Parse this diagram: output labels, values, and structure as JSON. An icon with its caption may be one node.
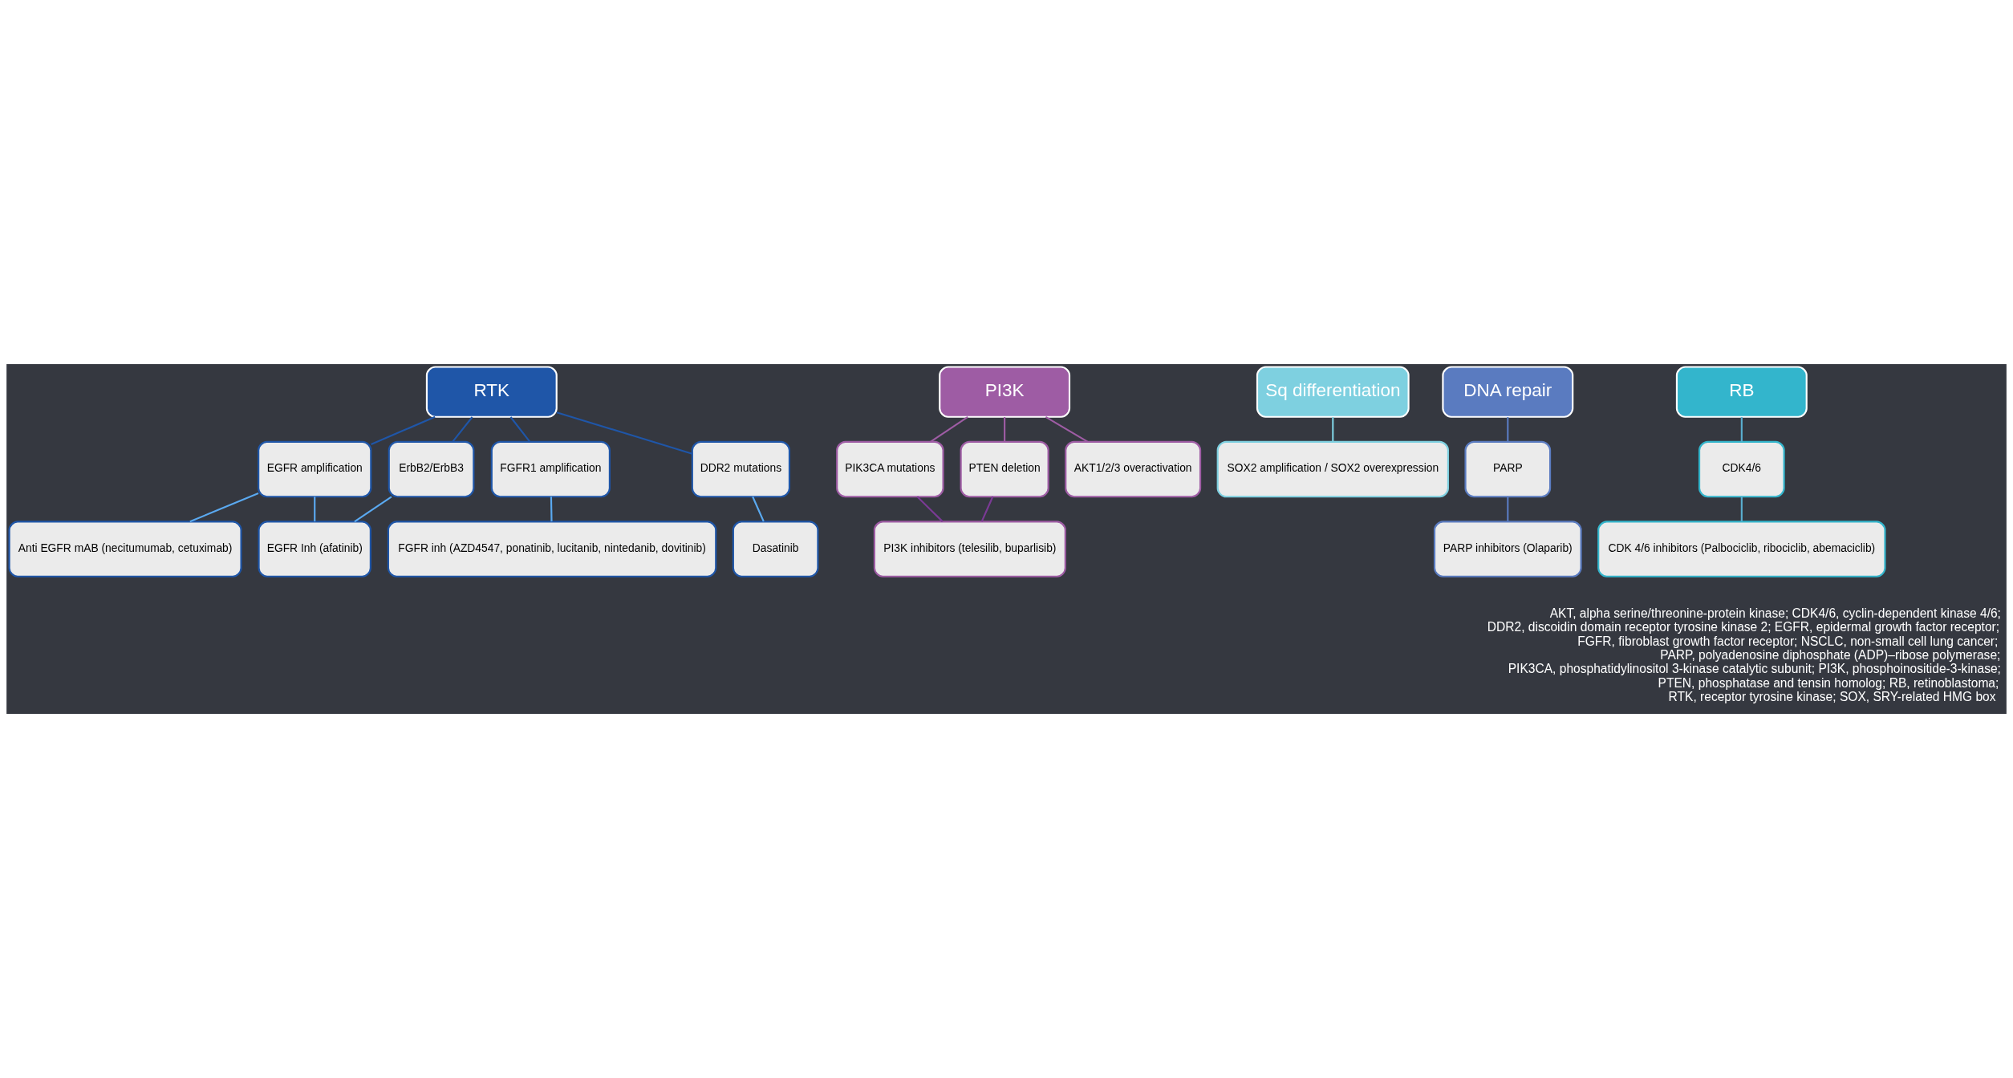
{
  "diagram": {
    "nodes": [
      {
        "text": [
          "RTK"
        ]
      },
      {
        "text": [
          "EGFR amplification"
        ]
      },
      {
        "text": [
          "Anti EGFR mAB (necitumumab, cetuximab)"
        ]
      },
      {
        "text": [
          "EGFR Inh (afatinib)"
        ]
      },
      {
        "text": [
          "ErbB2/ErbB3"
        ]
      },
      {
        "text": [
          "FGFR inh (AZD4547, ponatinib, lucitanib, nintedanib, dovitinib)"
        ]
      },
      {
        "text": [
          "FGFR1 amplification"
        ]
      },
      {
        "text": [
          "DDR2 mutations"
        ]
      },
      {
        "text": [
          "Dasatinib"
        ]
      },
      {
        "text": [
          "PI3K"
        ]
      },
      {
        "text": [
          "PIK3CA mutations"
        ]
      },
      {
        "text": [
          "PTEN deletion"
        ]
      },
      {
        "text": [
          "AKT1/2/3 overactivation"
        ]
      },
      {
        "text": [
          "PI3K inhibitors (telesilib, buparlisib)"
        ]
      },
      {
        "text": [
          "Sq differentiation"
        ]
      },
      {
        "text": [
          "SOX2 amplification / SOX2 overexpression"
        ]
      },
      {
        "text": [
          "DNA repair"
        ]
      },
      {
        "text": [
          "PARP"
        ]
      },
      {
        "text": [
          "PARP inhibitors (Olaparib)"
        ]
      },
      {
        "text": [
          "RB"
        ]
      },
      {
        "text": [
          "CDK4/6"
        ]
      },
      {
        "text": [
          "CDK 4/6 inhibitors (Palbociclib, ribociclib, abemaciclib)"
        ]
      }
    ],
    "edges": [
      {
        "from": 0,
        "to": 1,
        "arrow": "none",
        "color": "#1f56a8"
      },
      {
        "from": 0,
        "to": 4,
        "arrow": "none",
        "color": "#1f56a8"
      },
      {
        "from": 0,
        "to": 6,
        "arrow": "none",
        "color": "#1f56a8"
      },
      {
        "from": 0,
        "to": 7,
        "arrow": "none",
        "color": "#1f56a8"
      },
      {
        "from": 1,
        "to": 2,
        "arrow": "none",
        "color": "#5aa9f0"
      },
      {
        "from": 1,
        "to": 3,
        "arrow": "none",
        "color": "#5aa9f0"
      },
      {
        "from": 4,
        "to": 3,
        "arrow": "none",
        "color": "#5aa9f0"
      },
      {
        "from": 6,
        "to": 5,
        "arrow": "none",
        "color": "#5aa9f0"
      },
      {
        "from": 7,
        "to": 8,
        "arrow": "none",
        "color": "#5aa9f0"
      },
      {
        "from": 9,
        "to": 10,
        "arrow": "none",
        "color": "#9e5ca4"
      },
      {
        "from": 9,
        "to": 11,
        "arrow": "none",
        "color": "#9e5ca4"
      },
      {
        "from": 9,
        "to": 12,
        "arrow": "none",
        "color": "#9e5ca4"
      },
      {
        "from": 10,
        "to": 13,
        "arrow": "none",
        "color": "#7a3a94"
      },
      {
        "from": 11,
        "to": 13,
        "arrow": "none",
        "color": "#7a3a94"
      },
      {
        "from": 14,
        "to": 15,
        "arrow": "none",
        "color": "#7ed0e0"
      },
      {
        "from": 16,
        "to": 17,
        "arrow": "none",
        "color": "#5a7bc0"
      },
      {
        "from": 17,
        "to": 18,
        "arrow": "none",
        "color": "#5a7bc0"
      },
      {
        "from": 19,
        "to": 20,
        "arrow": "none",
        "color": "#5aaed0"
      },
      {
        "from": 20,
        "to": 21,
        "arrow": "none",
        "color": "#5aaed0"
      }
    ],
    "labels": [
      "AKT, alpha serine/threonine-protein kinase; CDK4/6, cyclin-dependent kinase 4/6;",
      "DDR2, discoidin domain receptor tyrosine kinase 2; EGFR, epidermal growth factor receptor;",
      "FGFR, fibroblast growth factor receptor; NSCLC, non-small cell lung cancer;",
      "PARP, polyadenosine diphosphate (ADP)–ribose polymerase;",
      "PIK3CA, phosphatidylinositol 3-kinase catalytic subunit; PI3K, phosphoinositide-3-kinase;",
      "PTEN, phosphatase and tensin homolog; RB, retinoblastoma;",
      "RTK, receptor tyrosine kinase; SOX, SRY-related HMG box"
    ]
  }
}
